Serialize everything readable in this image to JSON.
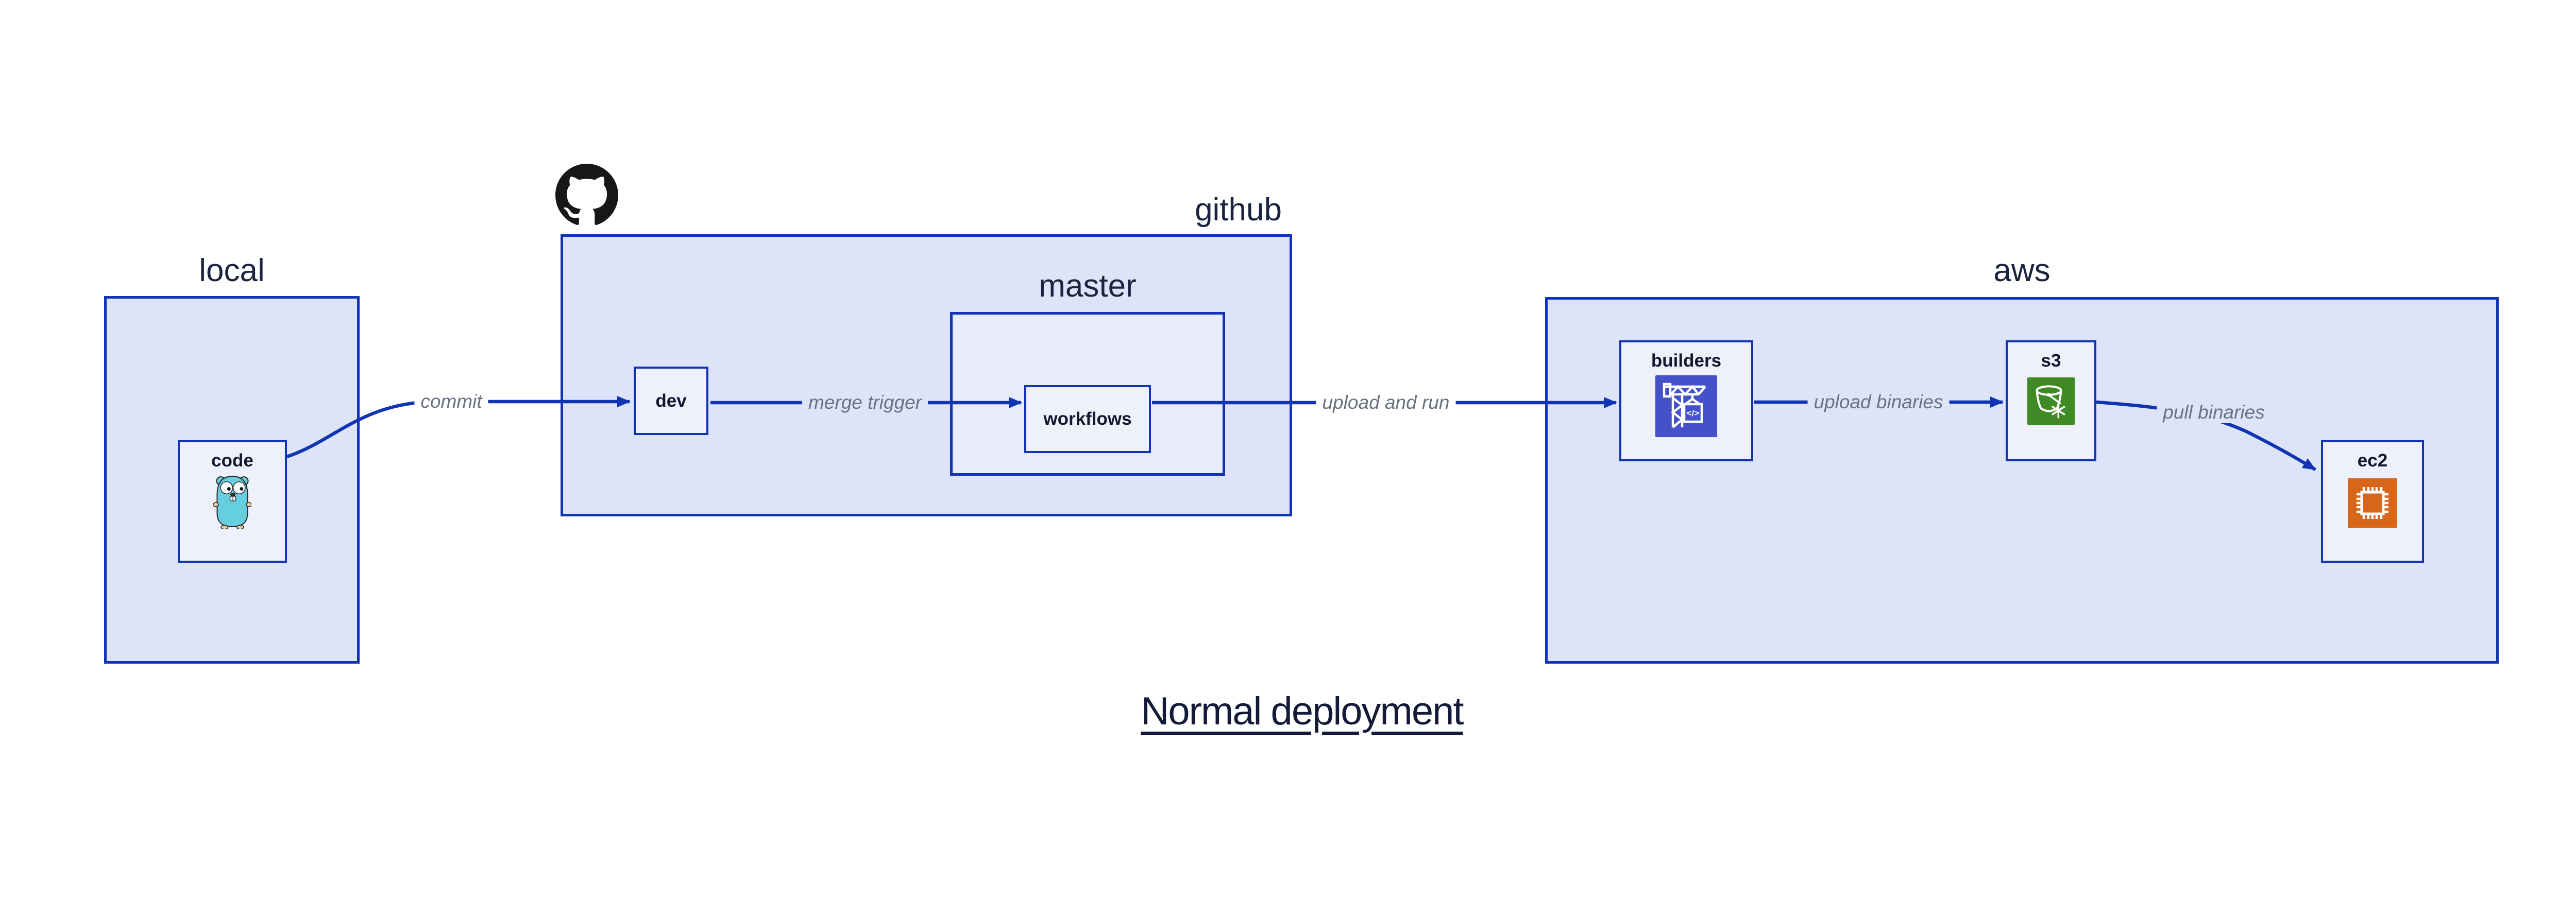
{
  "title": "Normal deployment",
  "groups": {
    "local": {
      "label": "local"
    },
    "github": {
      "label": "github"
    },
    "master": {
      "label": "master"
    },
    "aws": {
      "label": "aws"
    }
  },
  "nodes": {
    "code": {
      "label": "code",
      "icon": "go-gopher-icon"
    },
    "dev": {
      "label": "dev"
    },
    "workflows": {
      "label": "workflows"
    },
    "builders": {
      "label": "builders",
      "icon": "aws-codebuild-icon",
      "icon_glyph": "</>"
    },
    "s3": {
      "label": "s3",
      "icon": "aws-s3-bucket-icon"
    },
    "ec2": {
      "label": "ec2",
      "icon": "aws-ec2-chip-icon"
    }
  },
  "edges": {
    "commit": {
      "label": "commit"
    },
    "merge_trigger": {
      "label": "merge trigger"
    },
    "upload_and_run": {
      "label": "upload and run"
    },
    "upload_binaries": {
      "label": "upload binaries"
    },
    "pull_binaries": {
      "label": "pull binaries"
    }
  },
  "icons": {
    "github_logo": "github-octocat-icon"
  },
  "colors": {
    "border_blue": "#1134b4",
    "panel_fill": "#dee4f8",
    "subpanel_fill": "#e7ebfa",
    "node_fill": "#eef1fc",
    "edge_label_gray": "#6a7280",
    "text_navy": "#13182e",
    "title_navy": "#141a38",
    "codebuild_indigo": "#4451c8",
    "s3_green": "#3f8a24",
    "ec2_orange": "#d8661a",
    "github_black": "#191716",
    "gopher_cyan": "#66cfdf",
    "gopher_beige": "#eccd9f"
  }
}
